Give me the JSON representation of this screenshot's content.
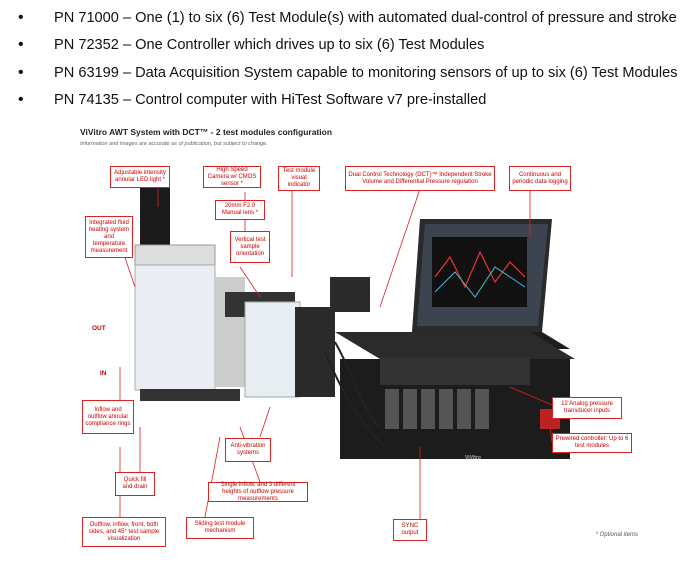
{
  "bullets": [
    {
      "text": "PN 71000 – One (1) to six (6) Test Module(s) with automated dual-control of pressure and stroke"
    },
    {
      "text": "PN 72352 – One Controller which drives up to six (6) Test Modules"
    },
    {
      "text": "PN 63199 – Data Acquisition System capable to monitoring sensors of up to six (6) Test Modules"
    },
    {
      "text": "PN 74135 – Control computer with HiTest Software v7 pre-installed"
    }
  ],
  "figure": {
    "title": "ViVitro AWT System with DCT™ - 2 test modules configuration",
    "subtitle": "Information and images are accurate as of publication, but subject to change.",
    "callouts": {
      "led": "Adjustable intensity annular LED light *",
      "camera": "High Speed Camera w/ CMOS sensor *",
      "indicator": "Test module visual indicator",
      "dct": "Dual Control Technology (DCT)™ Independent Stroke Volume and Differential Pressure regulation",
      "logging": "Continuous and periodic data logging",
      "lens": "20mm F2.0 Manual lens *",
      "heating": "Integrated fluid heating system and temperature measurement",
      "vertical": "Vertical test sample orientation",
      "compliance": "Inflow and outflow annular compliance rings",
      "transducer": "12 Analog pressure transducer inputs",
      "controller": "Prewired controller: Up to 6 test modules",
      "antivibration": "Anti-vibration systems",
      "fill": "Quick fill and drain",
      "inflow": "Single inflow, and 3 different heights of outflow pressure measurements",
      "visualization": "Outflow, inflow, front, both sides, and 45° test sample visualization",
      "sliding": "Sliding test module mechanism",
      "sync": "SYNC output"
    },
    "labels": {
      "out": "OUT",
      "in": "IN",
      "brand": "ViVitro"
    },
    "note": "* Optional items"
  },
  "colors": {
    "accent": "#d22222",
    "text": "#111111"
  }
}
